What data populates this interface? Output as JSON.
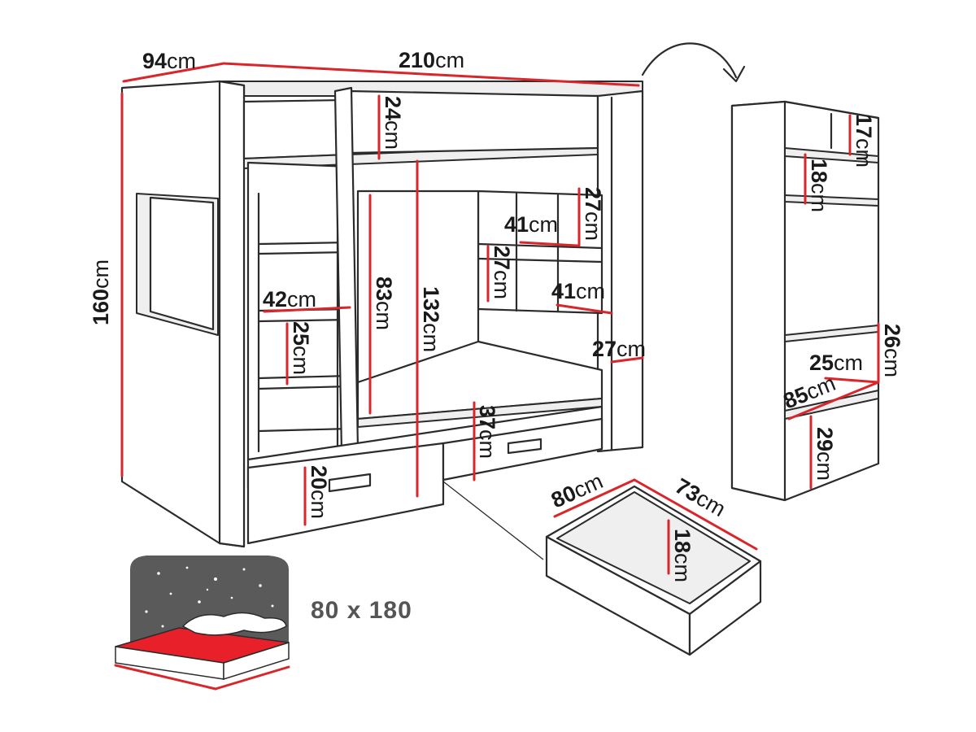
{
  "diagram": {
    "dimension_unit": "cm",
    "dimensions": [
      {
        "id": "depth",
        "value": "94",
        "unit": "cm"
      },
      {
        "id": "length",
        "value": "210",
        "unit": "cm"
      },
      {
        "id": "height",
        "value": "160",
        "unit": "cm"
      },
      {
        "id": "top-rail",
        "value": "24",
        "unit": "cm"
      },
      {
        "id": "upper-bed-height",
        "value": "132",
        "unit": "cm"
      },
      {
        "id": "lower-opening",
        "value": "83",
        "unit": "cm"
      },
      {
        "id": "ladder-step-width",
        "value": "42",
        "unit": "cm"
      },
      {
        "id": "ladder-step-height",
        "value": "25",
        "unit": "cm"
      },
      {
        "id": "shelf-height-upper",
        "value": "27",
        "unit": "cm"
      },
      {
        "id": "shelf-width-upper",
        "value": "41",
        "unit": "cm"
      },
      {
        "id": "shelf-height-middle",
        "value": "27",
        "unit": "cm"
      },
      {
        "id": "shelf-width-lower",
        "value": "41",
        "unit": "cm"
      },
      {
        "id": "shelf-depth",
        "value": "27",
        "unit": "cm"
      },
      {
        "id": "drawer-front-height",
        "value": "37",
        "unit": "cm"
      },
      {
        "id": "drawer-base-height",
        "value": "20",
        "unit": "cm"
      },
      {
        "id": "side-shelf-top",
        "value": "17",
        "unit": "cm"
      },
      {
        "id": "side-shelf-second",
        "value": "18",
        "unit": "cm"
      },
      {
        "id": "side-shelf-lower",
        "value": "26",
        "unit": "cm"
      },
      {
        "id": "side-shelf-depth",
        "value": "25",
        "unit": "cm"
      },
      {
        "id": "side-unit-height",
        "value": "85",
        "unit": "cm"
      },
      {
        "id": "side-shelf-bottom",
        "value": "29",
        "unit": "cm"
      },
      {
        "id": "drawer-width",
        "value": "80",
        "unit": "cm"
      },
      {
        "id": "drawer-depth",
        "value": "73",
        "unit": "cm"
      },
      {
        "id": "drawer-height",
        "value": "18",
        "unit": "cm"
      }
    ],
    "mattress_caption": "80 x 180",
    "colors": {
      "dimension_line": "#d9262b",
      "outline": "#2b2b2b",
      "mattress": "#e8202a",
      "headboard": "#5a5a5a",
      "caption": "#555555"
    }
  }
}
